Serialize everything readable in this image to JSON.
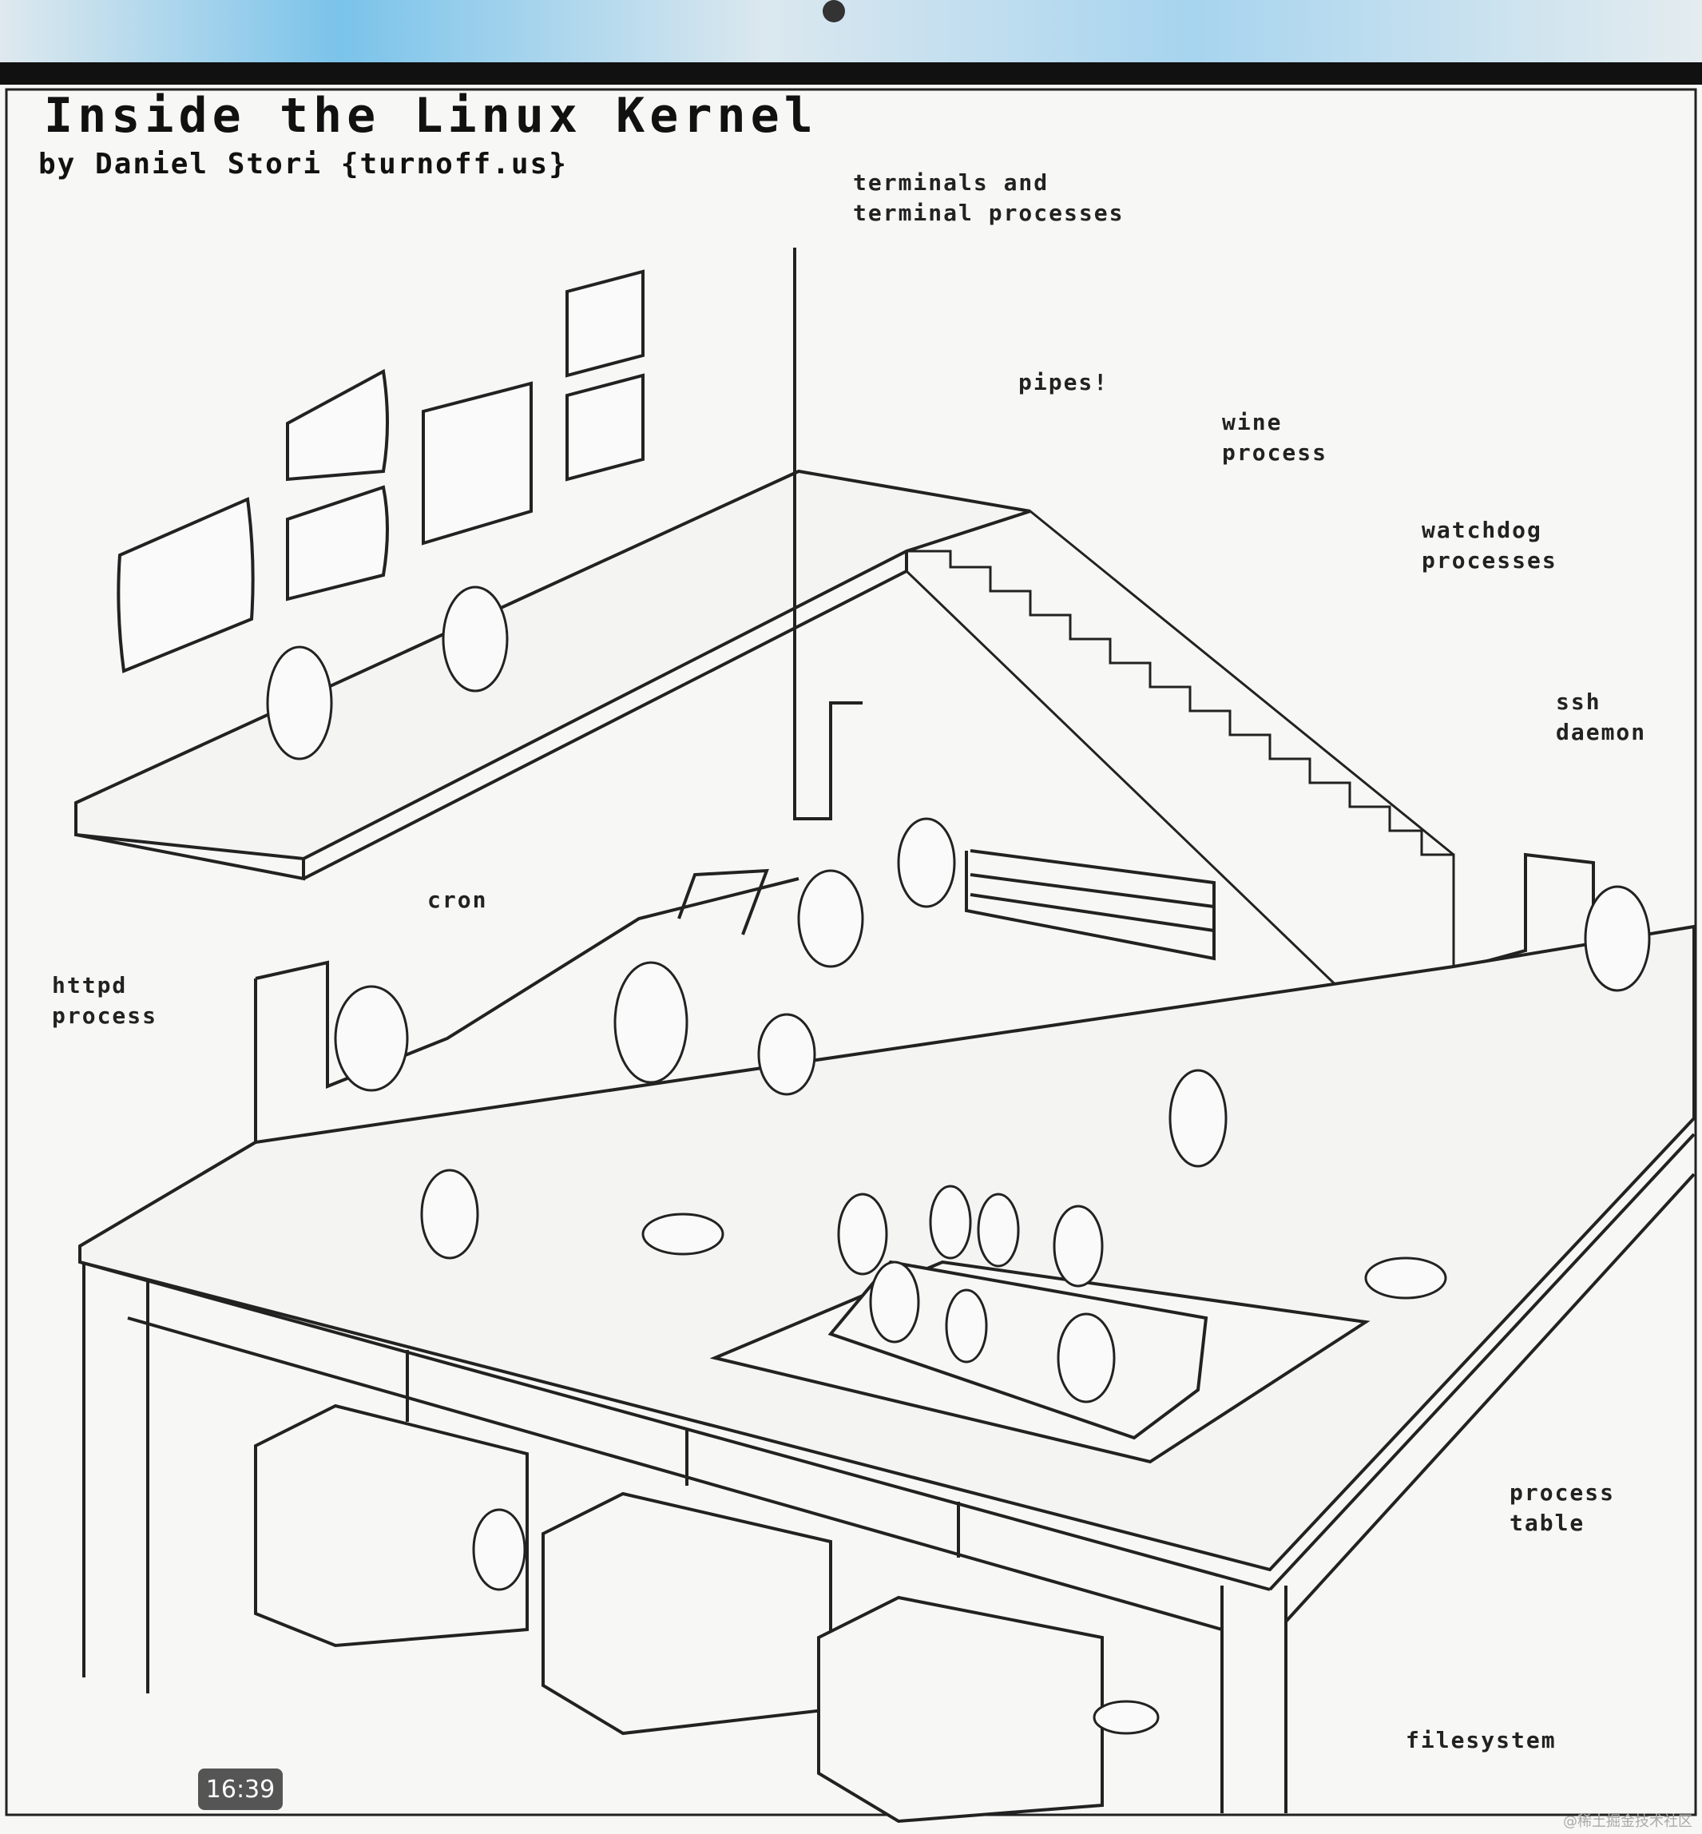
{
  "comic": {
    "title": "Inside the Linux Kernel",
    "byline": "by Daniel Stori {turnoff.us}"
  },
  "labels": {
    "terminals": "terminals and\nterminal processes",
    "pipes": "pipes!",
    "wine": "wine\nprocess",
    "watchdog": "watchdog\nprocesses",
    "ssh": "ssh\ndaemon",
    "cron": "cron",
    "httpd": "httpd\nprocess",
    "process_table": "process\ntable",
    "filesystem": "filesystem"
  },
  "overlay": {
    "clock": "16:39",
    "watermark": "@稀土掘金技术社区"
  }
}
